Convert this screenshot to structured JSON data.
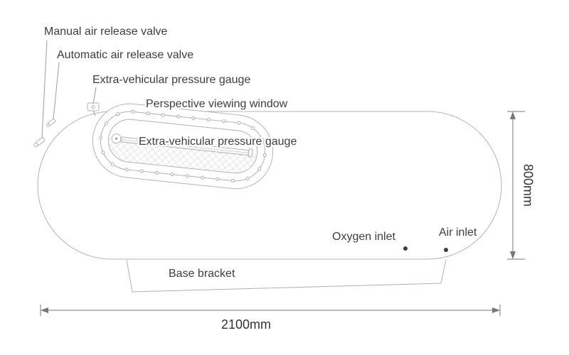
{
  "diagram": {
    "title_hint": "Hyperbaric chamber part diagram",
    "labels": {
      "manual_valve": "Manual air release valve",
      "auto_valve": "Automatic air release valve",
      "gauge_top": "Extra-vehicular pressure gauge",
      "viewing_window": "Perspective viewing window",
      "gauge_inner": "Extra-vehicular pressure gauge",
      "oxygen_inlet": "Oxygen inlet",
      "air_inlet": "Air inlet",
      "base_bracket": "Base bracket"
    },
    "dimensions": {
      "height": "800mm",
      "length": "2100mm"
    },
    "colors": {
      "outline": "#b3b3b3",
      "leader": "#9a9a9a",
      "dimension": "#777777",
      "text": "#3d3d3d",
      "marker_dot": "#3d3d3d"
    }
  }
}
